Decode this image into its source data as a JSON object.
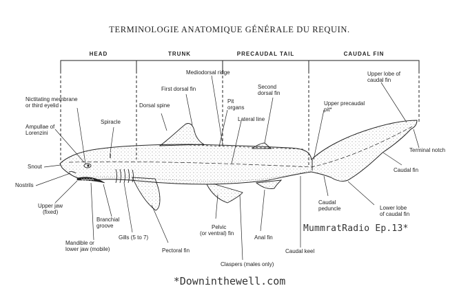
{
  "title": "TERMINOLOGIE ANATOMIQUE GÉNÉRALE DU REQUIN.",
  "sections": [
    "HEAD",
    "TRUNK",
    "PRECAUDAL TAIL",
    "CAUDAL FIN"
  ],
  "labels": {
    "nictitating_1": "Nictitating membrane",
    "nictitating_2": "or third eyelid",
    "ampullae_1": "Ampullae of",
    "ampullae_2": "Lorenzini",
    "snout": "Snout",
    "nostrils": "Nostrils",
    "upper_jaw_1": "Upper jaw",
    "upper_jaw_2": "(fixed)",
    "mandible_1": "Mandible or",
    "mandible_2": "lower jaw (mobile)",
    "branchial_1": "Branchial",
    "branchial_2": "groove",
    "gills": "Gills (5 to 7)",
    "spiracle": "Spiracle",
    "dorsal_spine": "Dorsal spine",
    "first_dorsal_fin": "First dorsal fin",
    "mediodorsal_ridge": "Mediodorsal ridge",
    "pit_organs_1": "Pit",
    "pit_organs_2": "organs",
    "lateral_line": "Lateral line",
    "second_dorsal_1": "Second",
    "second_dorsal_2": "dorsal fin",
    "pectoral_fin": "Pectoral fin",
    "pelvic_1": "Pelvic",
    "pelvic_2": "(or ventral) fin",
    "claspers": "Claspers (males only)",
    "anal_fin": "Anal fin",
    "caudal_keel": "Caudal keel",
    "upper_precaudal_1": "Upper precaudal",
    "upper_precaudal_2": "pit*",
    "upper_lobe_1": "Upper lobe of",
    "upper_lobe_2": "caudal fin",
    "terminal_notch": "Terminal notch",
    "caudal_fin": "Caudal fin",
    "caudal_peduncle_1": "Caudal",
    "caudal_peduncle_2": "peduncle",
    "lower_lobe_1": "Lower lobe",
    "lower_lobe_2": "of caudal fin"
  },
  "watermark": {
    "top": "MummratRadio Ep.13*",
    "bottom": "*Downinthewell.com"
  },
  "colors": {
    "ink": "#222222",
    "background": "#ffffff"
  }
}
